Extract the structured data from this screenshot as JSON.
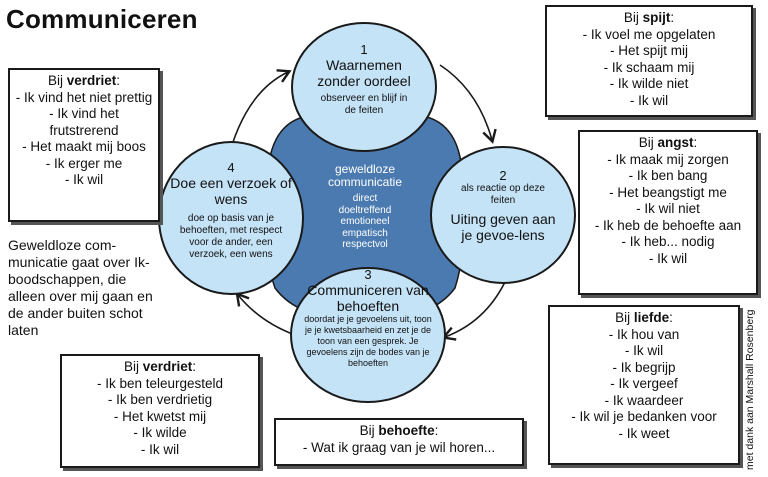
{
  "title": "Communiceren",
  "colors": {
    "center_blob": "#4a7ab0",
    "circle_fill": "#c5e3f7",
    "outline": "#1a1a1a"
  },
  "center": {
    "title": "geweldloze communicatie",
    "items": [
      "direct",
      "doeltreffend",
      "emotioneel",
      "empatisch",
      "respectvol"
    ]
  },
  "steps": [
    {
      "number": "1",
      "title": "Waarnemen zonder oordeel",
      "subtitle": "observeer en blijf in de feiten"
    },
    {
      "number": "2",
      "title": "Uiting geven aan je gevoe-lens",
      "subtitle": "als reactie op deze feiten"
    },
    {
      "number": "3",
      "title": "Communiceren van behoeften",
      "subtitle": "doordat je je gevoelens uit, toon je je kwetsbaarheid en zet je de toon van een gesprek. Je gevoelens zijn de bodes van je behoeften"
    },
    {
      "number": "4",
      "title": "Doe een verzoek of wens",
      "subtitle": "doe op basis van je behoeften, met respect voor de ander, een verzoek, een wens"
    }
  ],
  "boxes": {
    "spijt": {
      "prefix": "Bij ",
      "keyword": "spijt",
      "suffix": ":",
      "lines": [
        "- Ik voel me opgelaten",
        "- Het spijt mij",
        "- Ik schaam mij",
        "- Ik wilde niet",
        "- Ik wil"
      ]
    },
    "verdriet_top": {
      "prefix": "Bij ",
      "keyword": "verdriet",
      "suffix": ":",
      "lines": [
        "- Ik vind het niet prettig",
        "- Ik vind het frutstrerend",
        "- Het maakt mij boos",
        "- Ik erger me",
        "- Ik wil"
      ]
    },
    "angst": {
      "prefix": "Bij ",
      "keyword": "angst",
      "suffix": ":",
      "lines": [
        "- Ik maak mij zorgen",
        "- Ik ben bang",
        "- Het beangstigt me",
        "- Ik wil niet",
        "- Ik heb de behoefte aan",
        "- Ik heb... nodig",
        "- Ik wil"
      ]
    },
    "liefde": {
      "prefix": "Bij ",
      "keyword": "liefde",
      "suffix": ":",
      "lines": [
        "- Ik hou van",
        "- Ik wil",
        "- Ik begrijp",
        "- Ik vergeef",
        "- Ik waardeer",
        "- Ik wil je bedanken voor",
        "- Ik weet"
      ]
    },
    "verdriet_bottom": {
      "prefix": "Bij ",
      "keyword": "verdriet",
      "suffix": ":",
      "lines": [
        "- Ik ben teleurgesteld",
        "- Ik ben verdrietig",
        "- Het kwetst mij",
        "- Ik wilde",
        "- Ik wil"
      ]
    },
    "behoefte": {
      "prefix": "Bij ",
      "keyword": "behoefte",
      "suffix": ":",
      "lines": [
        "- Wat ik graag van je wil horen..."
      ]
    }
  },
  "side_text": "Geweldloze com-municatie gaat over Ik-boodschappen, die alleen over mij gaan en de ander buiten schot laten",
  "credit": "met dank aan Marshall Rosenberg"
}
